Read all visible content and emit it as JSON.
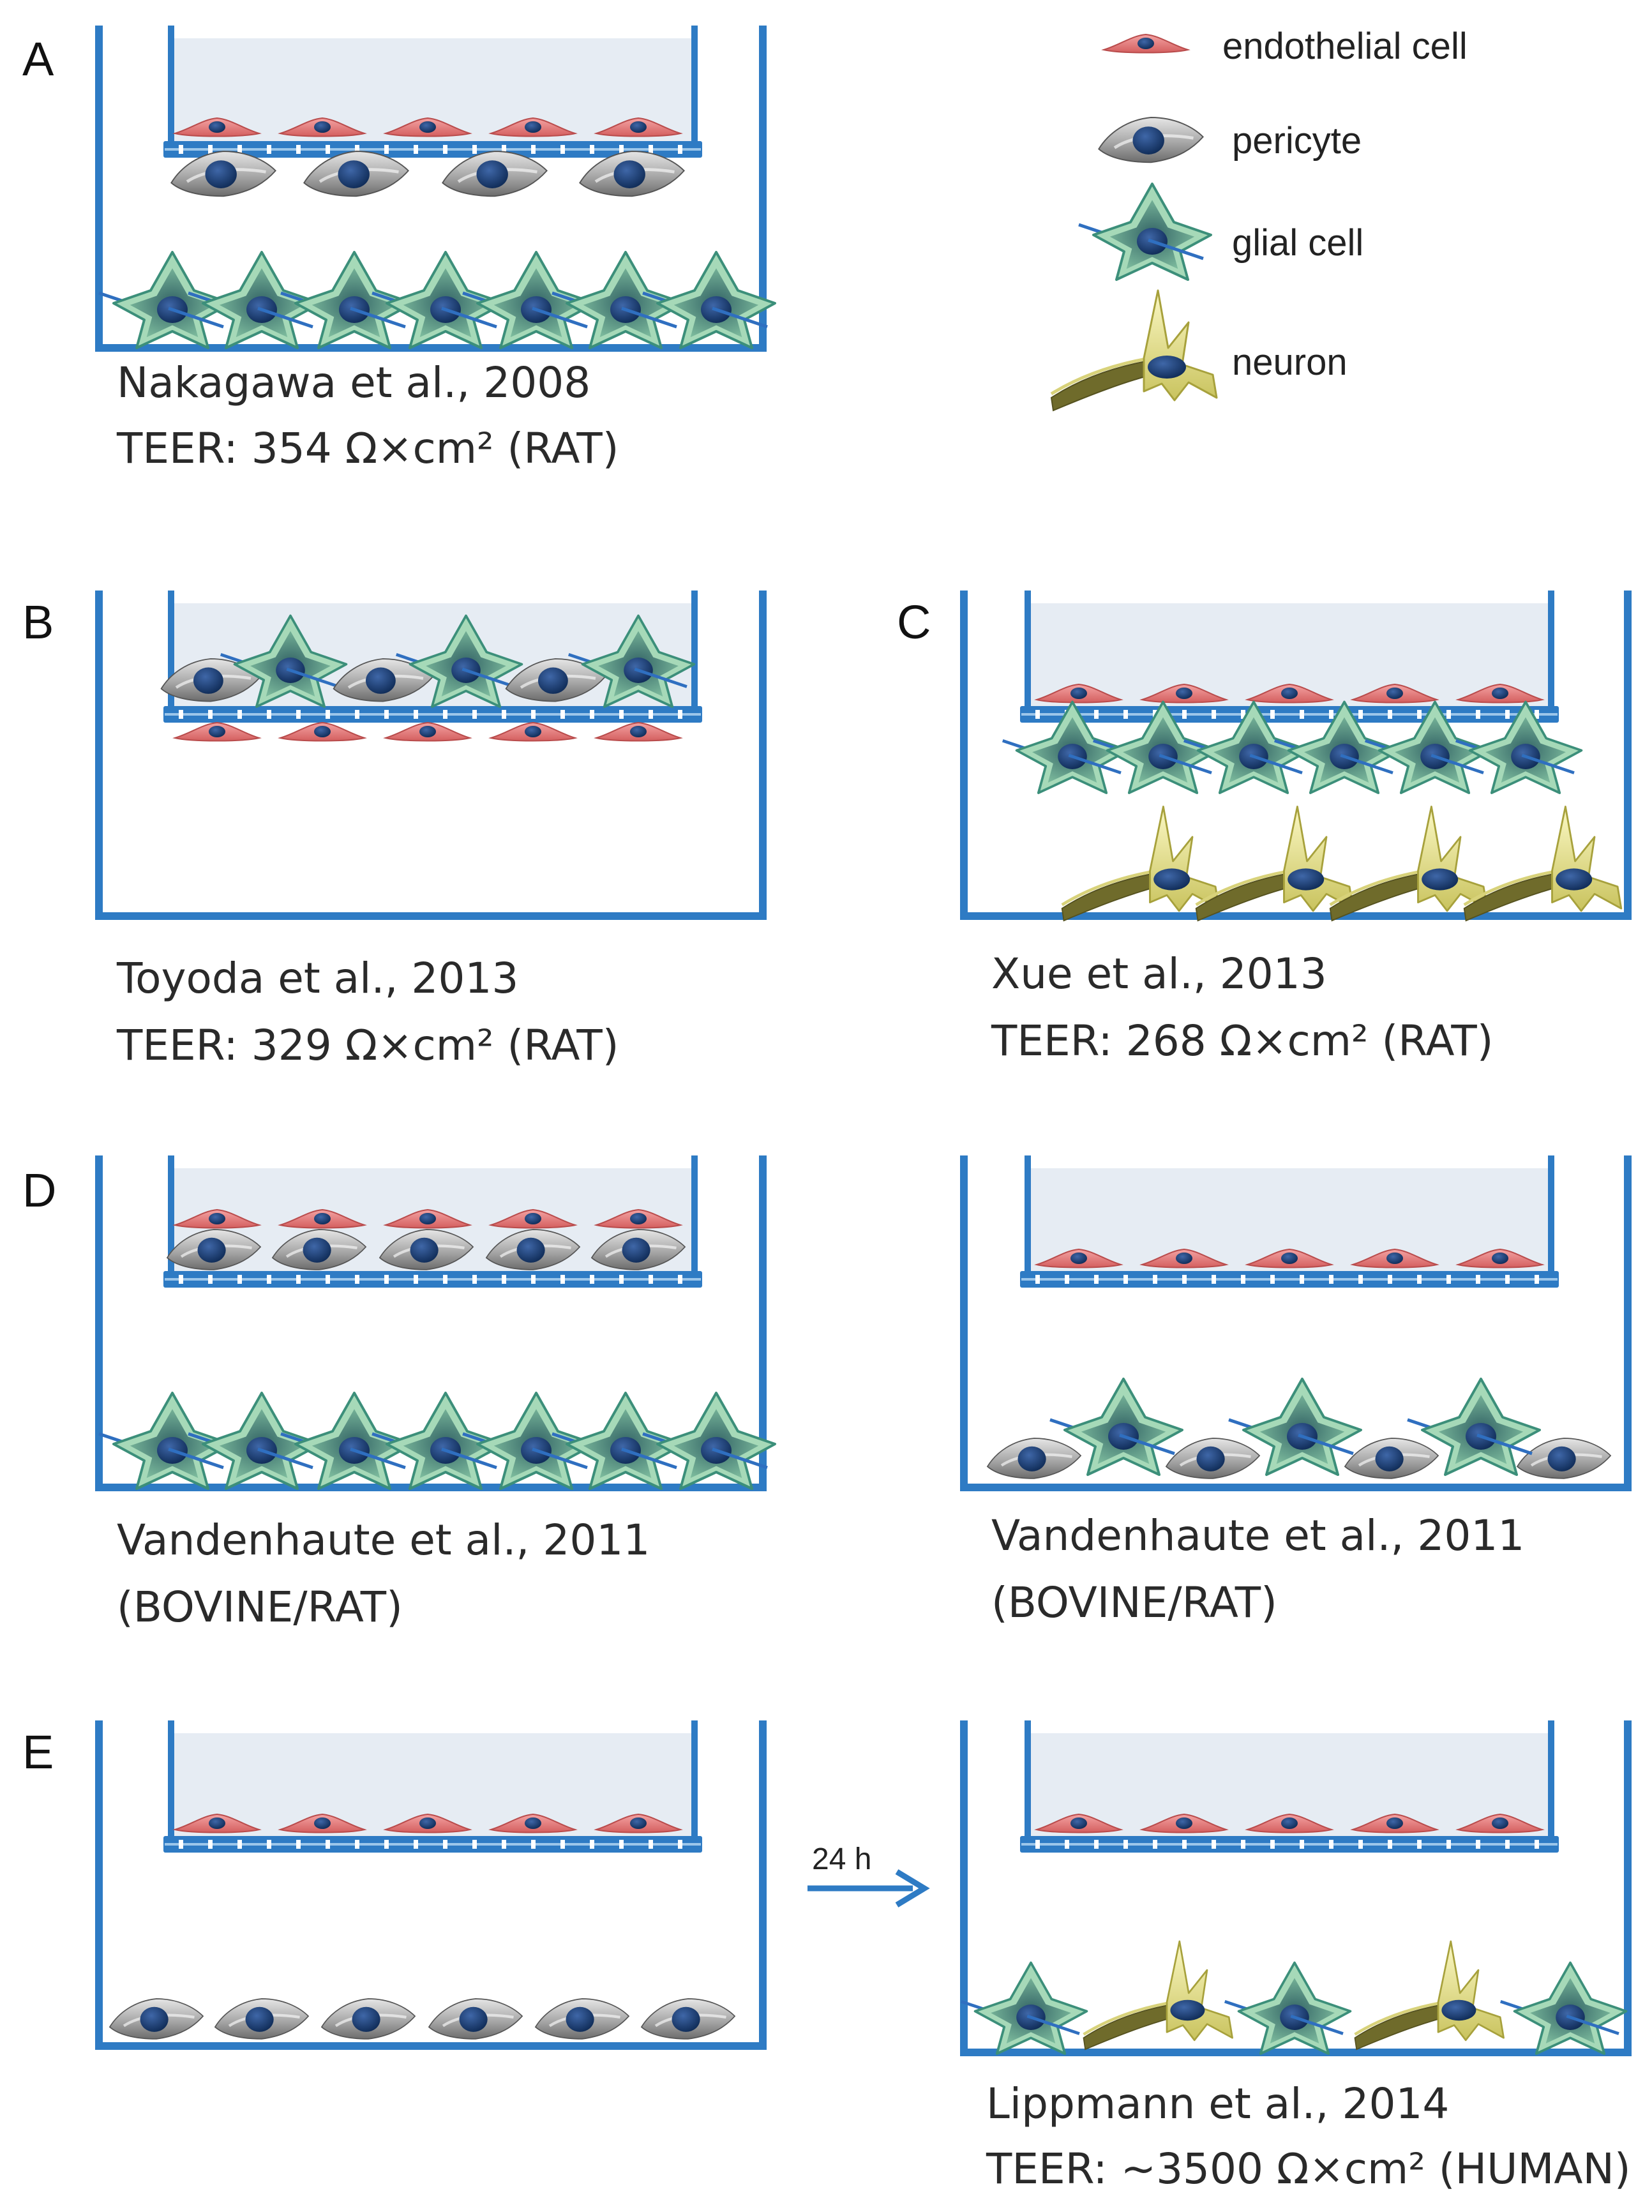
{
  "panels": {
    "A": {
      "label": "A",
      "citation": "Nakagawa et al., 2008",
      "teer": "TEER: 354 Ω×cm² (RAT)"
    },
    "B": {
      "label": "B",
      "citation": "Toyoda et al., 2013",
      "teer": "TEER: 329 Ω×cm² (RAT)"
    },
    "C": {
      "label": "C",
      "citation": "Xue et al., 2013",
      "teer": "TEER: 268 Ω×cm² (RAT)"
    },
    "D": {
      "label": "D",
      "left": {
        "citation": "Vandenhaute et al., 2011",
        "species": "(BOVINE/RAT)"
      },
      "right": {
        "citation": "Vandenhaute et al., 2011",
        "species": "(BOVINE/RAT)"
      }
    },
    "E": {
      "label": "E",
      "arrow_label": "24 h",
      "citation": "Lippmann et al., 2014",
      "teer": "TEER: ~3500 Ω×cm² (HUMAN)"
    }
  },
  "legend": {
    "items": [
      {
        "label": "endothelial cell",
        "icon": "endothelial-cell-icon"
      },
      {
        "label": "pericyte",
        "icon": "pericyte-icon"
      },
      {
        "label": "glial cell",
        "icon": "glial-cell-icon"
      },
      {
        "label": "neuron",
        "icon": "neuron-icon"
      }
    ]
  },
  "colors": {
    "well": "#2e7bc4",
    "insert_fill": "#e6ecf3",
    "membrane": "#2e7bc4",
    "endothelial": "#e87f7f",
    "pericyte": "#a9a9a9",
    "glial": "#7fb3a8",
    "neuron": "#f2ee9a",
    "nucleus": "#163a6e"
  }
}
